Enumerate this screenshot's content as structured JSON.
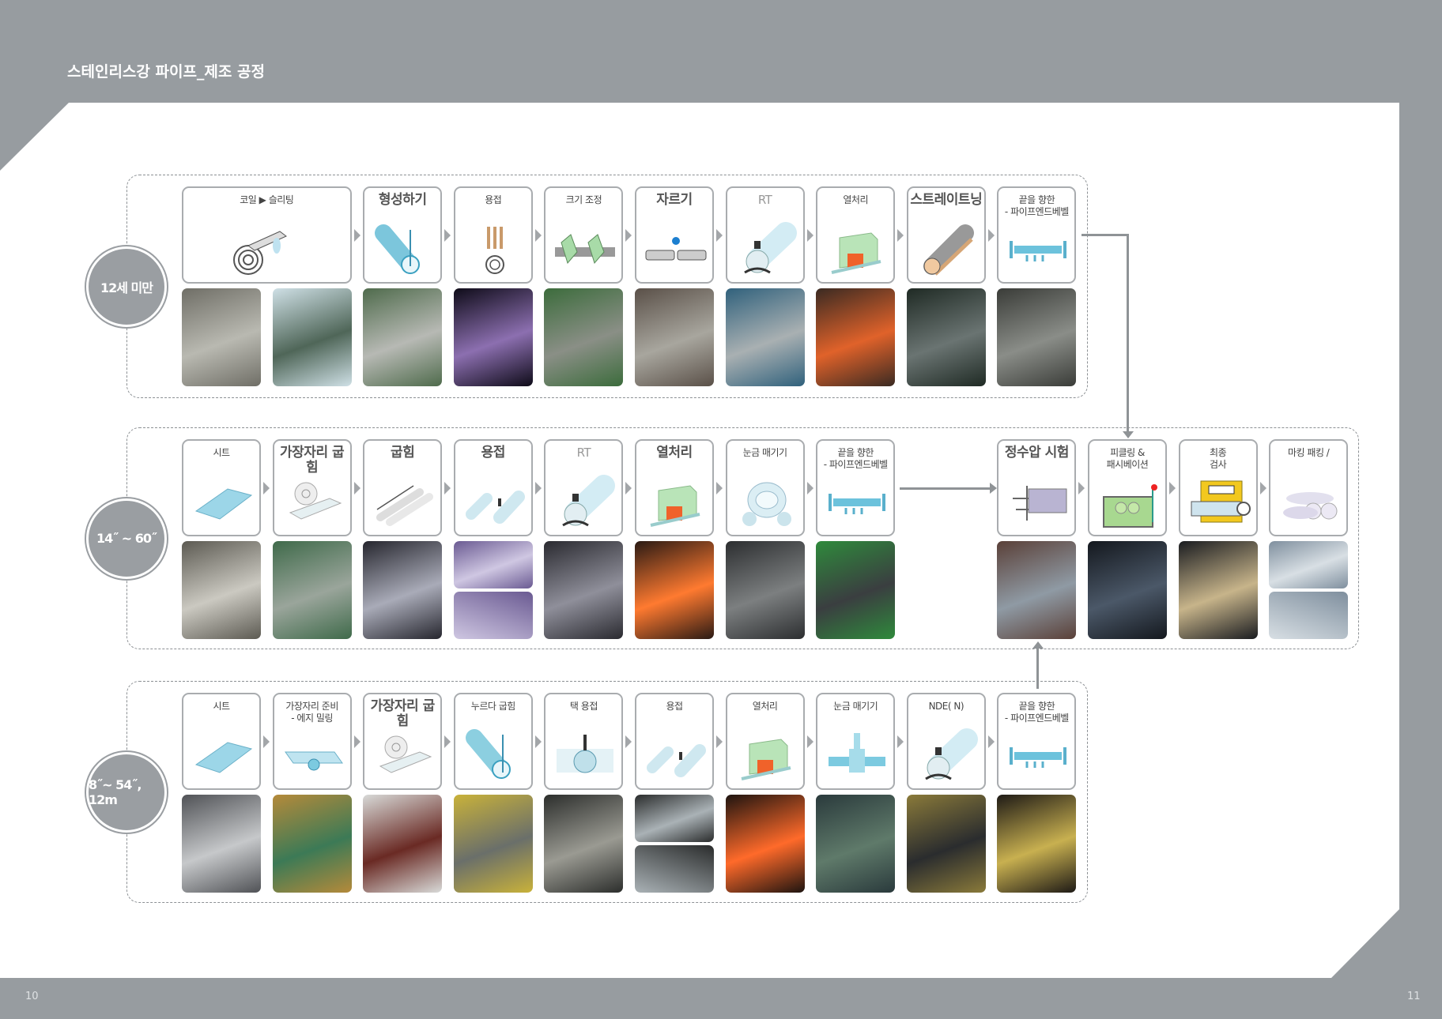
{
  "title": "스테인리스강 파이프_제조 공정",
  "page_left": "10",
  "page_right": "11",
  "rows": [
    {
      "label": "12세 미만",
      "cards": [
        {
          "slot": 0,
          "span": 2,
          "label": "코일 ▶ 슬리팅",
          "icon": "coil-icon"
        },
        {
          "slot": 2,
          "label": "형성하기",
          "em": true,
          "icon": "pipe-forming-icon"
        },
        {
          "slot": 3,
          "label": "용접",
          "icon": "welding-icon"
        },
        {
          "slot": 4,
          "label": "크기 조정",
          "icon": "sizing-icon"
        },
        {
          "slot": 5,
          "label": "자르기",
          "em": true,
          "icon": "cutting-icon"
        },
        {
          "slot": 6,
          "label": "RT",
          "light": true,
          "icon": "radiography-icon"
        },
        {
          "slot": 7,
          "label": "열처리",
          "icon": "heat-treatment-icon"
        },
        {
          "slot": 8,
          "label": "스트레이트닝",
          "em": true,
          "icon": "straightening-icon"
        },
        {
          "slot": 9,
          "label": "끝을 향한\n- 파이프엔드베벨",
          "icon": "end-bevel-icon"
        }
      ],
      "photos": [
        {
          "slot": 0,
          "c": [
            "#6f6e66",
            "#b9b9b1"
          ]
        },
        {
          "slot": 1,
          "c": [
            "#cfe0e6",
            "#4f6658"
          ]
        },
        {
          "slot": 2,
          "c": [
            "#4f6b4c",
            "#b7b9b4"
          ]
        },
        {
          "slot": 3,
          "c": [
            "#0e0b18",
            "#8c6fb0"
          ]
        },
        {
          "slot": 4,
          "c": [
            "#3c6c3c",
            "#8a8f86"
          ]
        },
        {
          "slot": 5,
          "c": [
            "#5a5048",
            "#a8a69e"
          ]
        },
        {
          "slot": 6,
          "c": [
            "#30617c",
            "#a9b0b2"
          ]
        },
        {
          "slot": 7,
          "c": [
            "#3a2a22",
            "#e0622a"
          ]
        },
        {
          "slot": 8,
          "c": [
            "#1f2a24",
            "#6a7472"
          ]
        },
        {
          "slot": 9,
          "c": [
            "#3a3c38",
            "#8a8d88"
          ]
        }
      ]
    },
    {
      "label": "14˝ ~ 60˝",
      "cards": [
        {
          "slot": 0,
          "label": "시트",
          "icon": "sheet-icon"
        },
        {
          "slot": 1,
          "label": "가장자리 굽힘",
          "em": true,
          "icon": "edge-bending-icon"
        },
        {
          "slot": 2,
          "label": "굽힘",
          "em": true,
          "icon": "bending-icon"
        },
        {
          "slot": 3,
          "label": "용접",
          "em": true,
          "icon": "pipe-welding-icon"
        },
        {
          "slot": 4,
          "label": "RT",
          "light": true,
          "icon": "radiography-icon"
        },
        {
          "slot": 5,
          "label": "열처리",
          "em": true,
          "icon": "heat-treatment-icon"
        },
        {
          "slot": 6,
          "label": "눈금 매기기",
          "icon": "calibration-icon"
        },
        {
          "slot": 7,
          "label": "끝을 향한\n- 파이프엔드베벨",
          "icon": "end-bevel-icon"
        },
        {
          "slot": 9,
          "label": "정수압 시험",
          "em": true,
          "icon": "hydrostatic-test-icon"
        },
        {
          "slot": 10,
          "label": "피클링 &\n패시베이션",
          "icon": "pickling-icon"
        },
        {
          "slot": 11,
          "label": "최종\n검사",
          "icon": "inspection-icon"
        },
        {
          "slot": 12,
          "label": "마킹 패킹 /",
          "icon": "packing-icon"
        }
      ],
      "photos": [
        {
          "slot": 0,
          "c": [
            "#5c5a52",
            "#cbc9c1"
          ]
        },
        {
          "slot": 1,
          "c": [
            "#3f6a4a",
            "#9aa59b"
          ]
        },
        {
          "slot": 2,
          "c": [
            "#26262e",
            "#a9abb8"
          ]
        },
        {
          "slot": 3,
          "split": true,
          "c": [
            "#6a5a92",
            "#cfc7e2"
          ]
        },
        {
          "slot": 4,
          "c": [
            "#2a2a30",
            "#8f8f9a"
          ]
        },
        {
          "slot": 5,
          "c": [
            "#2a1a14",
            "#ff7a30"
          ]
        },
        {
          "slot": 6,
          "c": [
            "#2c2e30",
            "#7c7f80"
          ]
        },
        {
          "slot": 7,
          "c": [
            "#2f8a3c",
            "#3a3e40"
          ]
        },
        {
          "slot": 9,
          "c": [
            "#5a4038",
            "#8f9aa4"
          ]
        },
        {
          "slot": 10,
          "c": [
            "#14181e",
            "#4b5868"
          ]
        },
        {
          "slot": 11,
          "c": [
            "#1a1c20",
            "#c7b48a"
          ]
        },
        {
          "slot": 12,
          "split": true,
          "c": [
            "#7f8f9e",
            "#d8dfe4"
          ]
        }
      ]
    },
    {
      "label": "8˝~ 54˝, 12m",
      "cards": [
        {
          "slot": 0,
          "label": "시트",
          "icon": "sheet-icon"
        },
        {
          "slot": 1,
          "label": "가장자리 준비\n- 에지 밀링",
          "icon": "edge-milling-icon"
        },
        {
          "slot": 2,
          "label": "가장자리 굽힘",
          "em": true,
          "icon": "edge-bending-icon"
        },
        {
          "slot": 3,
          "label": "누르다    굽힘",
          "icon": "press-bending-icon"
        },
        {
          "slot": 4,
          "label": "택      용접",
          "icon": "tack-welding-icon"
        },
        {
          "slot": 5,
          "label": "용접",
          "icon": "pipe-welding-icon"
        },
        {
          "slot": 6,
          "label": "열처리",
          "icon": "heat-treatment-icon"
        },
        {
          "slot": 7,
          "label": "눈금 매기기",
          "icon": "expanding-icon"
        },
        {
          "slot": 8,
          "label": "NDE( N)",
          "icon": "radiography-icon"
        },
        {
          "slot": 9,
          "label": "끝을 향한\n- 파이프엔드베벨",
          "icon": "end-bevel-icon"
        }
      ],
      "photos": [
        {
          "slot": 0,
          "c": [
            "#505256",
            "#c6c8ca"
          ]
        },
        {
          "slot": 1,
          "c": [
            "#b58a3a",
            "#3c7a56"
          ]
        },
        {
          "slot": 2,
          "c": [
            "#d8dad8",
            "#6a2a24"
          ]
        },
        {
          "slot": 3,
          "c": [
            "#c9b23a",
            "#6a6f6a"
          ]
        },
        {
          "slot": 4,
          "c": [
            "#2c2e2c",
            "#9a9a92"
          ]
        },
        {
          "slot": 5,
          "split": true,
          "c": [
            "#2a2c2c",
            "#aab2b6"
          ]
        },
        {
          "slot": 6,
          "c": [
            "#1e1410",
            "#ff6a2a"
          ]
        },
        {
          "slot": 7,
          "c": [
            "#2a3a3c",
            "#5f7a6a"
          ]
        },
        {
          "slot": 8,
          "c": [
            "#8a7a3a",
            "#2a2c2e"
          ]
        },
        {
          "slot": 9,
          "c": [
            "#1e1a16",
            "#c8b050"
          ]
        }
      ]
    }
  ]
}
